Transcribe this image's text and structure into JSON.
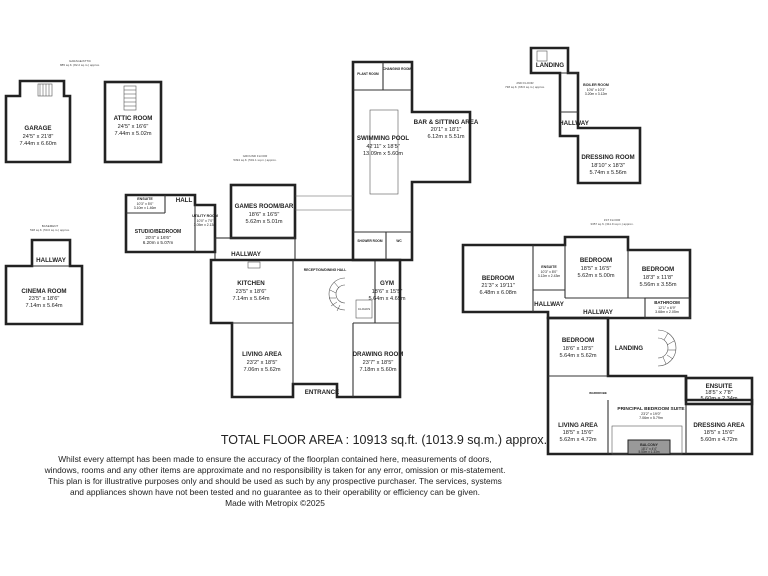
{
  "floors": {
    "garage_level": {
      "title": "GARAGE/ATTIC",
      "area": "885 sq.ft. (82.2 sq.m.) approx."
    },
    "basement": {
      "title": "BASEMENT",
      "area": "538 sq.ft. (50.0 sq.m.) approx."
    },
    "ground": {
      "title": "GROUND FLOOR",
      "area": "5394 sq.ft. (501.1 sq.m.) approx."
    },
    "first": {
      "title": "1ST FLOOR",
      "area": "3357 sq.ft. (311.9 sq.m.) approx."
    },
    "second": {
      "title": "2ND FLOOR",
      "area": "738 sq.ft. (68.6 sq.m.) approx."
    }
  },
  "rooms": {
    "garage": {
      "name": "GARAGE",
      "imperial": "24'5\" x 21'8\"",
      "metric": "7.44m x 6.60m"
    },
    "attic": {
      "name": "ATTIC ROOM",
      "imperial": "24'5\" x 16'6\"",
      "metric": "7.44m x 5.02m"
    },
    "cinema": {
      "name": "CINEMA ROOM",
      "imperial": "23'5\" x 18'6\"",
      "metric": "7.14m x 5.64m"
    },
    "cinema_hallway": {
      "name": "HALLWAY"
    },
    "studio": {
      "name": "STUDIO/BEDROOM",
      "imperial": "20'4\" x 16'6\"",
      "metric": "6.20m x 5.07m"
    },
    "shower": {
      "name": "ENSUITE",
      "imperial": "10'3\" x 5'0\"",
      "metric": "3.10m x 1.46m"
    },
    "utility": {
      "name": "UTILITY ROOM",
      "imperial": "10'0\" x 7'0\"",
      "metric": "3.05m x 2.13m"
    },
    "hall": {
      "name": "HALL"
    },
    "games": {
      "name": "GAMES ROOM/BAR",
      "imperial": "18'6\" x 16'5\"",
      "metric": "5.62m x 5.01m"
    },
    "hallway_ground": {
      "name": "HALLWAY"
    },
    "kitchen": {
      "name": "KITCHEN",
      "imperial": "23'5\" x 18'6\"",
      "metric": "7.14m x 5.64m"
    },
    "living": {
      "name": "LIVING AREA",
      "imperial": "23'2\" x 18'5\"",
      "metric": "7.06m x 5.62m"
    },
    "reception": {
      "name": "RECEPTION/DINING HALL"
    },
    "drawing": {
      "name": "DRAWING ROOM",
      "imperial": "23'7\" x 18'5\"",
      "metric": "7.18m x 5.60m"
    },
    "entrance": {
      "name": "ENTRANCE"
    },
    "gym": {
      "name": "GYM",
      "imperial": "18'6\" x 15'5\"",
      "metric": "5.64m x 4.69m"
    },
    "pool": {
      "name": "SWIMMING POOL",
      "imperial": "42'11\" x 18'5\"",
      "metric": "13.09m x 5.60m"
    },
    "plant": {
      "name": "PLANT ROOM"
    },
    "changing": {
      "name": "CHANGING ROOM"
    },
    "pool_shower": {
      "name": "SHOWER ROOM"
    },
    "pool_wc": {
      "name": "WC"
    },
    "bar": {
      "name": "BAR & SITTING AREA",
      "imperial": "20'1\" x 18'1\"",
      "metric": "6.12m x 5.51m"
    },
    "cloak": {
      "name": "CLOAKS"
    },
    "bed_left": {
      "name": "BEDROOM",
      "imperial": "21'3\" x 19'11\"",
      "metric": "6.48m x 6.08m"
    },
    "ens_left": {
      "name": "ENSUITE",
      "imperial": "10'3\" x 8'0\"",
      "metric": "3.12m x 2.43m"
    },
    "hallway_left": {
      "name": "HALLWAY"
    },
    "bed_center": {
      "name": "BEDROOM",
      "imperial": "18'5\" x 16'5\"",
      "metric": "5.62m x 5.00m"
    },
    "bed_right": {
      "name": "BEDROOM",
      "imperial": "18'3\" x 11'8\"",
      "metric": "5.56m x 3.55m"
    },
    "bathroom": {
      "name": "BATHROOM",
      "imperial": "12'1\" x 6'9\"",
      "metric": "3.68m x 2.05m"
    },
    "hallway_first": {
      "name": "HALLWAY"
    },
    "bed_mid": {
      "name": "BEDROOM",
      "imperial": "18'6\" x 18'5\"",
      "metric": "5.64m x 5.62m"
    },
    "landing": {
      "name": "LANDING"
    },
    "suite": {
      "name": "PRINCIPAL BEDROOM SUITE",
      "imperial": "23'2\" x 19'0\"",
      "metric": "7.06m x 5.79m"
    },
    "ensuite_p": {
      "name": "ENSUITE",
      "imperial": "18'5\" x 7'8\"",
      "metric": "5.60m x 2.34m"
    },
    "living_p": {
      "name": "LIVING AREA",
      "imperial": "18'5\" x 15'6\"",
      "metric": "5.62m x 4.72m"
    },
    "dressing_p": {
      "name": "DRESSING AREA",
      "imperial": "18'5\" x 15'6\"",
      "metric": "5.60m x 4.72m"
    },
    "balcony": {
      "name": "BALCONY",
      "imperial": "18'1\" x 4'4\"",
      "metric": "5.50m x 1.33m"
    },
    "wardrobe": {
      "name": "WARDROBE"
    },
    "landing2": {
      "name": "LANDING"
    },
    "boiler": {
      "name": "BOILER ROOM",
      "imperial": "10'6\" x 10'3\"",
      "metric": "3.20m x 3.12m"
    },
    "hallway2": {
      "name": "HALLWAY"
    },
    "dressing2": {
      "name": "DRESSING ROOM",
      "imperial": "18'10\" x 18'3\"",
      "metric": "5.74m x 5.56m"
    }
  },
  "footer": {
    "total": "TOTAL FLOOR AREA : 10913 sq.ft. (1013.9 sq.m.) approx.",
    "disclaimer": "Whilst every attempt has been made to ensure the accuracy of the floorplan contained here, measurements of doors, windows, rooms and any other items are approximate and no responsibility is taken for any error, omission or mis-statement. This plan is for illustrative purposes only and should be used as such by any prospective purchaser. The services, systems and appliances shown have not been tested and no guarantee as to their operability or efficiency can be given.",
    "credit": "Made with Metropix ©2025"
  }
}
